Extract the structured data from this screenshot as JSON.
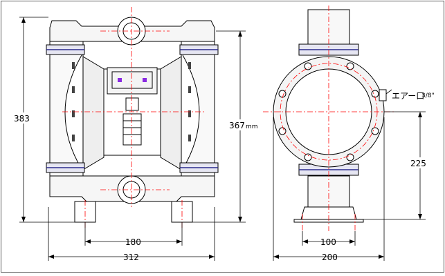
{
  "dimensions": {
    "front_height": "383",
    "front_inner_height": "367",
    "front_inner_unit": "mm",
    "front_width": "312",
    "front_foot_span": "180",
    "side_width": "200",
    "side_foot_span": "100",
    "side_inlet_height": "225"
  },
  "labels": {
    "air_port_jp": "エアー口",
    "air_port_size": "3/8\""
  },
  "colors": {
    "line": "#000000",
    "centerline": "#ff0000",
    "accent_blue": "#2a2a8c",
    "accent_purple": "#8a2be2",
    "fill_light": "#f2f2f2",
    "border": "#555555"
  }
}
